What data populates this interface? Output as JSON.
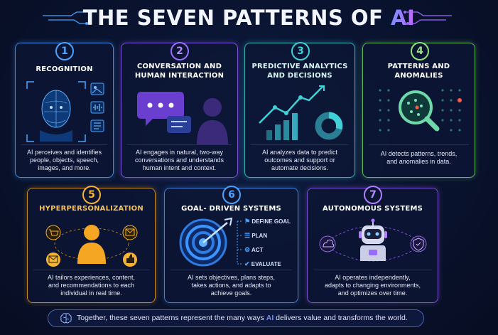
{
  "title": {
    "text": "THE SEVEN PATTERNS OF",
    "highlight": "AI"
  },
  "cards": [
    {
      "number": "1",
      "title": "RECOGNITION",
      "description": "AI perceives and identifies\npeople, objects, speech,\nimages, and more.",
      "color": "#4aa3ff",
      "icon": "face-scan-icon"
    },
    {
      "number": "2",
      "title": "CONVERSATION AND\nHUMAN INTERACTION",
      "description": "AI engages in natural, two-way\nconversations and understands\nhuman intent and context.",
      "color": "#9a6bff",
      "icon": "chat-person-icon"
    },
    {
      "number": "3",
      "title": "PREDICTIVE ANALYTICS\nAND DECISIONS",
      "description": "AI analyzes data to predict\noutcomes and support or\nautomate decisions.",
      "color": "#3fd1d6",
      "icon": "trend-chart-icon"
    },
    {
      "number": "4",
      "title": "PATTERNS AND\nANOMALIES",
      "description": "AI detects patterns, trends,\nand anomalies in data.",
      "color": "#8fe07a",
      "icon": "magnifier-dots-icon"
    },
    {
      "number": "5",
      "title": "HYPERPERSONALIZATION",
      "description": "AI tailors experiences, content,\nand recommendations to each\nindividual in real time.",
      "color": "#f5b335",
      "icon": "person-hub-icon"
    },
    {
      "number": "6",
      "title": "GOAL- DRIVEN SYSTEMS",
      "description": "AI sets objectives, plans steps,\ntakes actions, and adapts to\nachieve goals.",
      "color": "#4aa3ff",
      "icon": "target-icon",
      "steps": [
        "DEFINE GOAL",
        "PLAN",
        "ACT",
        "EVALUATE"
      ]
    },
    {
      "number": "7",
      "title": "AUTONOMOUS SYSTEMS",
      "description": "AI operates independently,\nadapts to changing environments,\nand optimizes over time.",
      "color": "#b07cff",
      "icon": "robot-icon"
    }
  ],
  "footer": {
    "before": "Together, these seven patterns represent the many ways",
    "highlight": "AI",
    "after": "delivers value and transforms the world.",
    "icon": "brain-icon"
  }
}
